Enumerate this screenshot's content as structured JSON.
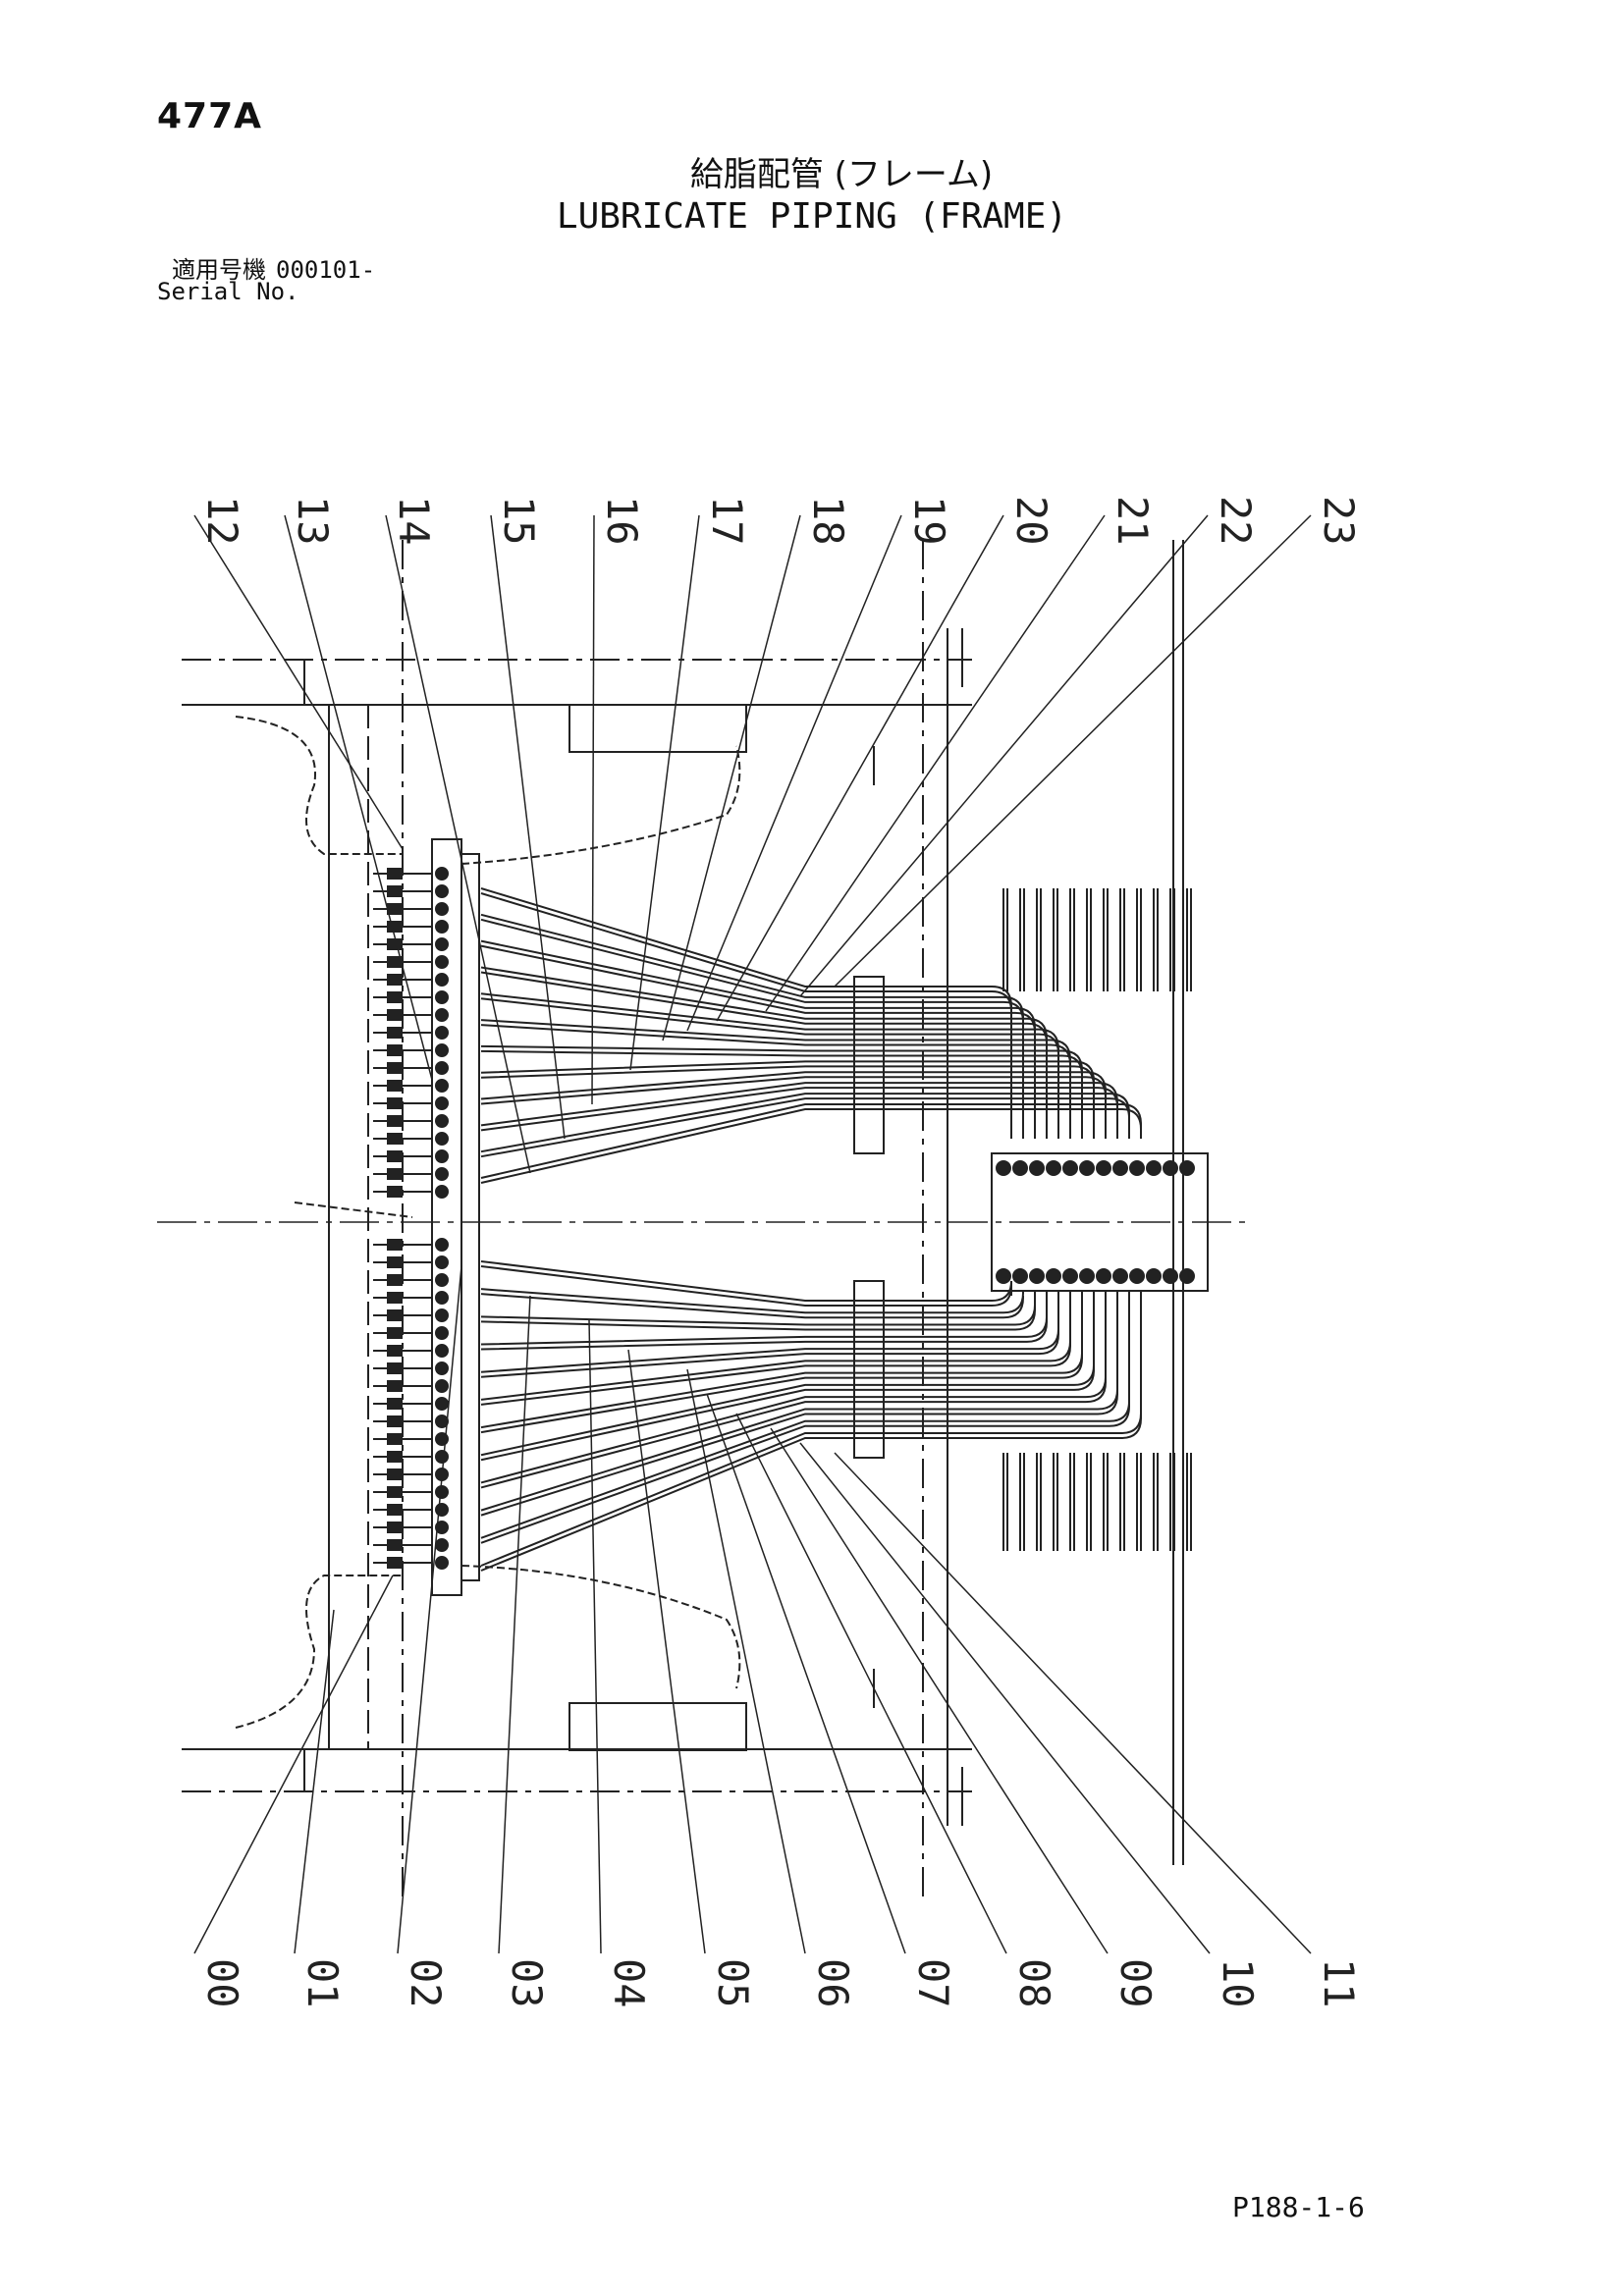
{
  "page_number": "477A",
  "title_jp": "給脂配管 (フレーム)",
  "title_en": "LUBRICATE PIPING (FRAME)",
  "serial_label_jp": "適用号機",
  "serial_value": "000101-",
  "serial_label_en": "Serial No.",
  "callouts_top": [
    "12",
    "13",
    "14",
    "15",
    "16",
    "17",
    "18",
    "19",
    "20",
    "21",
    "22",
    "23"
  ],
  "callouts_bottom": [
    "00",
    "01",
    "02",
    "03",
    "04",
    "05",
    "06",
    "07",
    "08",
    "09",
    "10",
    "11"
  ],
  "footer_code": "P188-1-6"
}
